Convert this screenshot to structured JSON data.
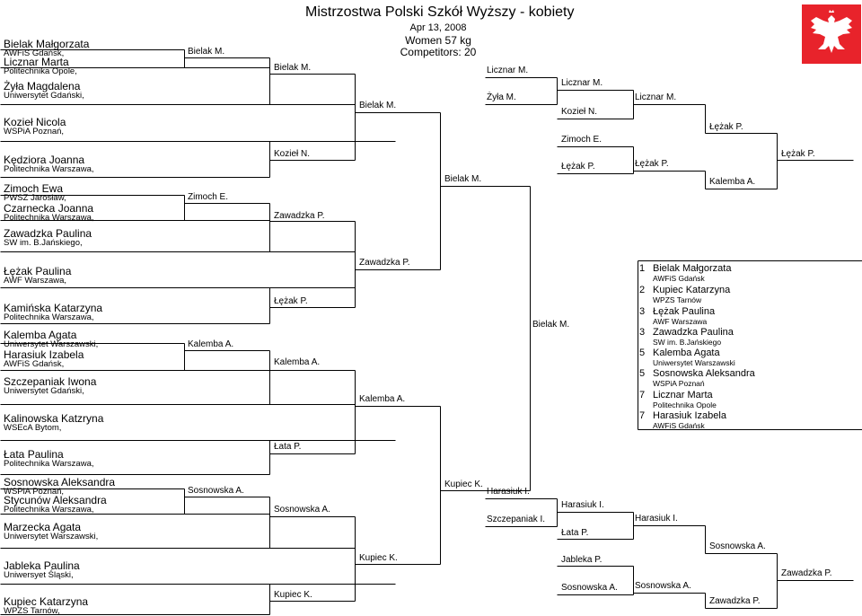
{
  "header": {
    "title": "Mistrzostwa Polski Szkół Wyższy - kobiety",
    "date": "Apr 13, 2008",
    "category": "Women 57 kg",
    "competitors": "Competitors: 20"
  },
  "logo": {
    "icon": "polish-eagle-emblem-icon",
    "colors": {
      "red": "#e8232b",
      "white": "#ffffff"
    }
  },
  "competitors": [
    {
      "name": "Bielak Małgorzata",
      "club": "AWFiS Gdańsk,"
    },
    {
      "name": "Licznar Marta",
      "club": "Politechnika Opole,"
    },
    {
      "name": "Żyła Magdalena",
      "club": "Uniwersytet Gdański,"
    },
    {
      "name": "Kozieł Nicola",
      "club": "WSPiA Poznań,"
    },
    {
      "name": "Kędziora Joanna",
      "club": "Politechnika Warszawa,"
    },
    {
      "name": "Zimoch Ewa",
      "club": "PWSZ Jarosław,"
    },
    {
      "name": "Czarnecka Joanna",
      "club": "Politechnika Warszawa,"
    },
    {
      "name": "Zawadzka Paulina",
      "club": "SW im. B.Jańskiego,"
    },
    {
      "name": "Łężak Paulina",
      "club": "AWF Warszawa,"
    },
    {
      "name": "Kamińska Katarzyna",
      "club": "Politechnika Warszawa,"
    },
    {
      "name": "Kalemba Agata",
      "club": "Uniwersytet  Warszawski,"
    },
    {
      "name": "Harasiuk Izabela",
      "club": "AWFiS Gdańsk,"
    },
    {
      "name": "Szczepaniak Iwona",
      "club": "Uniwersytet Gdański,"
    },
    {
      "name": "Kalinowska Katzryna",
      "club": "WSEcA Bytom,"
    },
    {
      "name": "Łata Paulina",
      "club": "Politechnika Warszawa,"
    },
    {
      "name": "Sosnowska Aleksandra",
      "club": "WSPiA Poznań,"
    },
    {
      "name": "Stycunów Aleksandra",
      "club": "Politechnika Warszawa,"
    },
    {
      "name": "Marzecka Agata",
      "club": "Uniwersytet Warszawski,"
    },
    {
      "name": "Jableka Paulina",
      "club": "Uniwersyet Śląski,"
    },
    {
      "name": "Kupiec Katarzyna",
      "club": "WPZS Tarnów,"
    }
  ],
  "winners": [
    "Bielak M.",
    "Zimoch E.",
    "Kalemba A.",
    "Sosnowska A.",
    "Bielak M.",
    "Kozieł N.",
    "Zawadzka P.",
    "Łężak P.",
    "Kalemba A.",
    "Łata P.",
    "Sosnowska A.",
    "Kupiec K.",
    "Bielak M.",
    "Zawadzka P.",
    "Kalemba A.",
    "Kupiec K.",
    "Bielak M.",
    "Bielak M.",
    "Kupiec K.",
    "Licznar M.",
    "Żyła M.",
    "Harasiuk I.",
    "Szczepaniak I.",
    "Licznar M.",
    "Kozieł N.",
    "Zimoch E.",
    "Łężak P.",
    "Harasiuk I.",
    "Łata P.",
    "Jableka P.",
    "Sosnowska A.",
    "Licznar M.",
    "Łężak P.",
    "Harasiuk I.",
    "Sosnowska A.",
    "Łężak P.",
    "Kalemba A.",
    "Sosnowska A.",
    "Zawadzka P.",
    "Łężak P.",
    "Zawadzka P."
  ],
  "results": [
    {
      "place": "1",
      "name": "Bielak Małgorzata",
      "club": "AWFiS Gdańsk"
    },
    {
      "place": "2",
      "name": "Kupiec Katarzyna",
      "club": "WPZS Tarnów"
    },
    {
      "place": "3",
      "name": "Łężak Paulina",
      "club": "AWF Warszawa"
    },
    {
      "place": "3",
      "name": "Zawadzka Paulina",
      "club": "SW im. B.Jańskiego"
    },
    {
      "place": "5",
      "name": "Kalemba Agata",
      "club": "Uniwersytet  Warszawski"
    },
    {
      "place": "5",
      "name": "Sosnowska Aleksandra",
      "club": "WSPiA Poznań"
    },
    {
      "place": "7",
      "name": "Licznar Marta",
      "club": "Politechnika Opole"
    },
    {
      "place": "7",
      "name": "Harasiuk Izabela",
      "club": "AWFiS Gdańsk"
    }
  ]
}
